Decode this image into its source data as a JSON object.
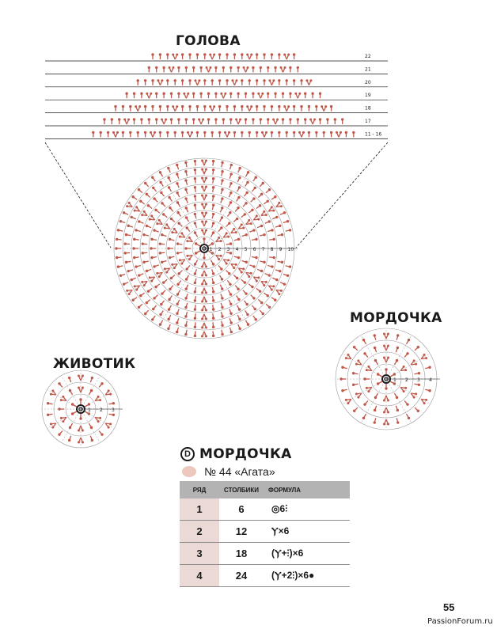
{
  "head": {
    "title": "ГОЛОВА",
    "row_labels": [
      "22",
      "21",
      "20",
      "19",
      "18",
      "17",
      "11 - 16"
    ],
    "row_counts": [
      20,
      21,
      24,
      27,
      30,
      33,
      36
    ],
    "circle_numbers": [
      "1",
      "2",
      "3",
      "4",
      "5",
      "6",
      "7",
      "8",
      "9",
      "10"
    ]
  },
  "muzzle": {
    "title": "МОРДОЧКА",
    "circle_numbers": [
      "1",
      "2",
      "3",
      "4"
    ]
  },
  "belly": {
    "title": "ЖИВОТИК",
    "circle_numbers": [
      "1",
      "2",
      "3"
    ]
  },
  "section": {
    "letter": "D",
    "title": "МОРДОЧКА",
    "yarn_label": "№ 44 «Агата»",
    "columns": [
      "РЯД",
      "СТОЛБИКИ",
      "ФОРМУЛА"
    ],
    "rows": [
      {
        "row": "1",
        "count": "6",
        "formula": "◎6⫶"
      },
      {
        "row": "2",
        "count": "12",
        "formula": "Ⲩ×6"
      },
      {
        "row": "3",
        "count": "18",
        "formula": "(Ⲩ+⫶)×6"
      },
      {
        "row": "4",
        "count": "24",
        "formula": "(Ⲩ+2⫶)×6●"
      }
    ]
  },
  "colors": {
    "stitch": "#c0584a",
    "line": "#999999",
    "ink": "#1a1a1a"
  },
  "page_number": "55",
  "watermark": "PassionForum.ru"
}
